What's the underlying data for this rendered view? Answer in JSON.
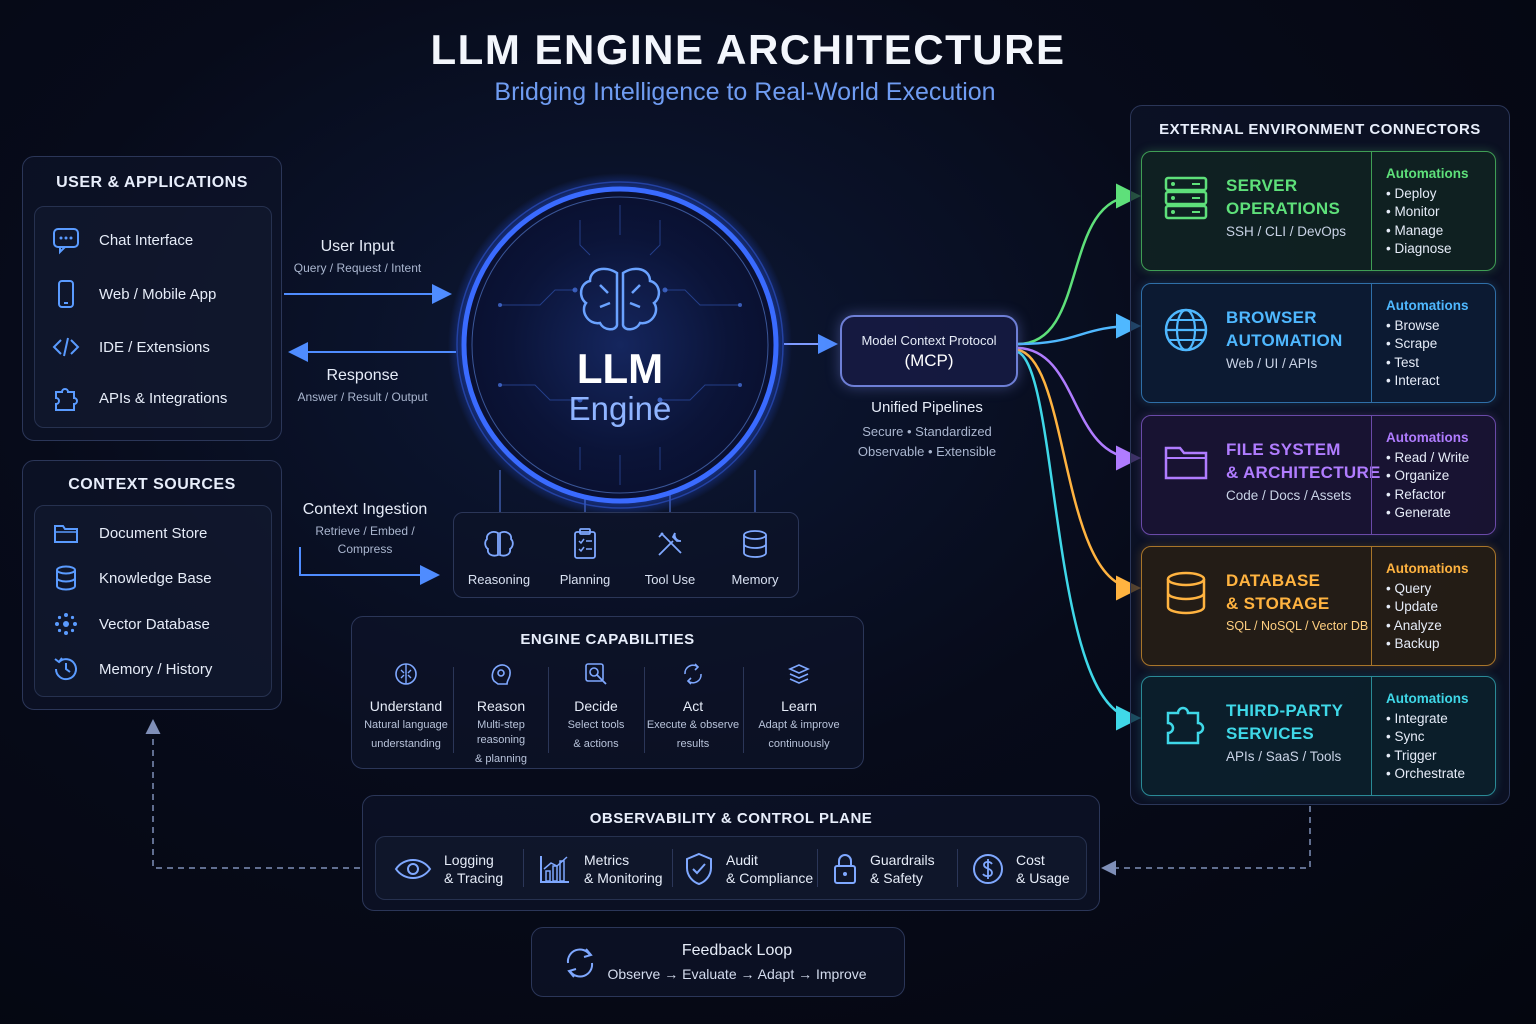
{
  "header": {
    "title": "LLM ENGINE ARCHITECTURE",
    "subtitle": "Bridging Intelligence to Real-World Execution"
  },
  "user_apps": {
    "title": "USER & APPLICATIONS",
    "items": [
      {
        "label": "Chat Interface",
        "icon": "chat-icon"
      },
      {
        "label": "Web / Mobile App",
        "icon": "mobile-icon"
      },
      {
        "label": "IDE / Extensions",
        "icon": "code-icon"
      },
      {
        "label": "APIs & Integrations",
        "icon": "puzzle-icon"
      }
    ]
  },
  "context_sources": {
    "title": "CONTEXT SOURCES",
    "items": [
      {
        "label": "Document Store",
        "icon": "folder-icon"
      },
      {
        "label": "Knowledge Base",
        "icon": "database-icon"
      },
      {
        "label": "Vector Database",
        "icon": "vector-icon"
      },
      {
        "label": "Memory / History",
        "icon": "history-icon"
      }
    ]
  },
  "flows": {
    "user_input": {
      "title": "User Input",
      "sub": "Query / Request / Intent"
    },
    "response": {
      "title": "Response",
      "sub": "Answer / Result / Output"
    },
    "context_ingestion": {
      "title": "Context Ingestion",
      "sub1": "Retrieve / Embed /",
      "sub2": "Compress"
    }
  },
  "engine": {
    "line1": "LLM",
    "line2": "Engine",
    "modules": [
      {
        "label": "Reasoning",
        "icon": "brain-icon"
      },
      {
        "label": "Planning",
        "icon": "clipboard-icon"
      },
      {
        "label": "Tool Use",
        "icon": "tools-icon"
      },
      {
        "label": "Memory",
        "icon": "database-icon"
      }
    ]
  },
  "mcp": {
    "line1": "Model Context Protocol",
    "line2": "(MCP)",
    "pipelines_title": "Unified Pipelines",
    "pipelines_line1": "Secure • Standardized",
    "pipelines_line2": "Observable • Extensible"
  },
  "capabilities": {
    "title": "ENGINE CAPABILITIES",
    "items": [
      {
        "name": "Understand",
        "d1": "Natural language",
        "d2": "understanding",
        "icon": "brain-icon"
      },
      {
        "name": "Reason",
        "d1": "Multi-step reasoning",
        "d2": "& planning",
        "icon": "reason-icon"
      },
      {
        "name": "Decide",
        "d1": "Select tools",
        "d2": "& actions",
        "icon": "decide-icon"
      },
      {
        "name": "Act",
        "d1": "Execute & observe",
        "d2": "results",
        "icon": "act-icon"
      },
      {
        "name": "Learn",
        "d1": "Adapt & improve",
        "d2": "continuously",
        "icon": "learn-icon"
      }
    ]
  },
  "connectors": {
    "title": "EXTERNAL ENVIRONMENT CONNECTORS",
    "auto_label": "Automations",
    "items": [
      {
        "t1": "SERVER",
        "t2": "OPERATIONS",
        "sub": "SSH / CLI / DevOps",
        "icon": "server-icon",
        "color": "#5ee07a",
        "items": [
          "Deploy",
          "Monitor",
          "Manage",
          "Diagnose"
        ]
      },
      {
        "t1": "BROWSER",
        "t2": "AUTOMATION",
        "sub": "Web / UI / APIs",
        "icon": "globe-icon",
        "color": "#4fb8ff",
        "items": [
          "Browse",
          "Scrape",
          "Test",
          "Interact"
        ]
      },
      {
        "t1": "FILE SYSTEM",
        "t2": "& ARCHITECTURE",
        "sub": "Code / Docs / Assets",
        "icon": "folder-icon",
        "color": "#b07cff",
        "items": [
          "Read / Write",
          "Organize",
          "Refactor",
          "Generate"
        ]
      },
      {
        "t1": "DATABASE",
        "t2": "& STORAGE",
        "sub": "SQL / NoSQL / Vector DB",
        "icon": "database-icon",
        "color": "#ffb340",
        "items": [
          "Query",
          "Update",
          "Analyze",
          "Backup"
        ]
      },
      {
        "t1": "THIRD-PARTY",
        "t2": "SERVICES",
        "sub": "APIs / SaaS / Tools",
        "icon": "puzzle-icon",
        "color": "#3fd8e8",
        "items": [
          "Integrate",
          "Sync",
          "Trigger",
          "Orchestrate"
        ]
      }
    ]
  },
  "observability": {
    "title": "OBSERVABILITY & CONTROL PLANE",
    "items": [
      {
        "l1": "Logging",
        "l2": "& Tracing",
        "icon": "eye-icon"
      },
      {
        "l1": "Metrics",
        "l2": "& Monitoring",
        "icon": "chart-icon"
      },
      {
        "l1": "Audit",
        "l2": "& Compliance",
        "icon": "shield-icon"
      },
      {
        "l1": "Guardrails",
        "l2": "& Safety",
        "icon": "lock-icon"
      },
      {
        "l1": "Cost",
        "l2": "& Usage",
        "icon": "dollar-icon"
      }
    ]
  },
  "feedback": {
    "title": "Feedback Loop",
    "sub": "Observe → Evaluate → Adapt → Improve",
    "icon": "cycle-icon"
  },
  "colors": {
    "accent_blue": "#4f7dff",
    "server": "#5ee07a",
    "browser": "#4fb8ff",
    "file": "#b07cff",
    "database": "#ffb340",
    "third_party": "#3fd8e8"
  }
}
